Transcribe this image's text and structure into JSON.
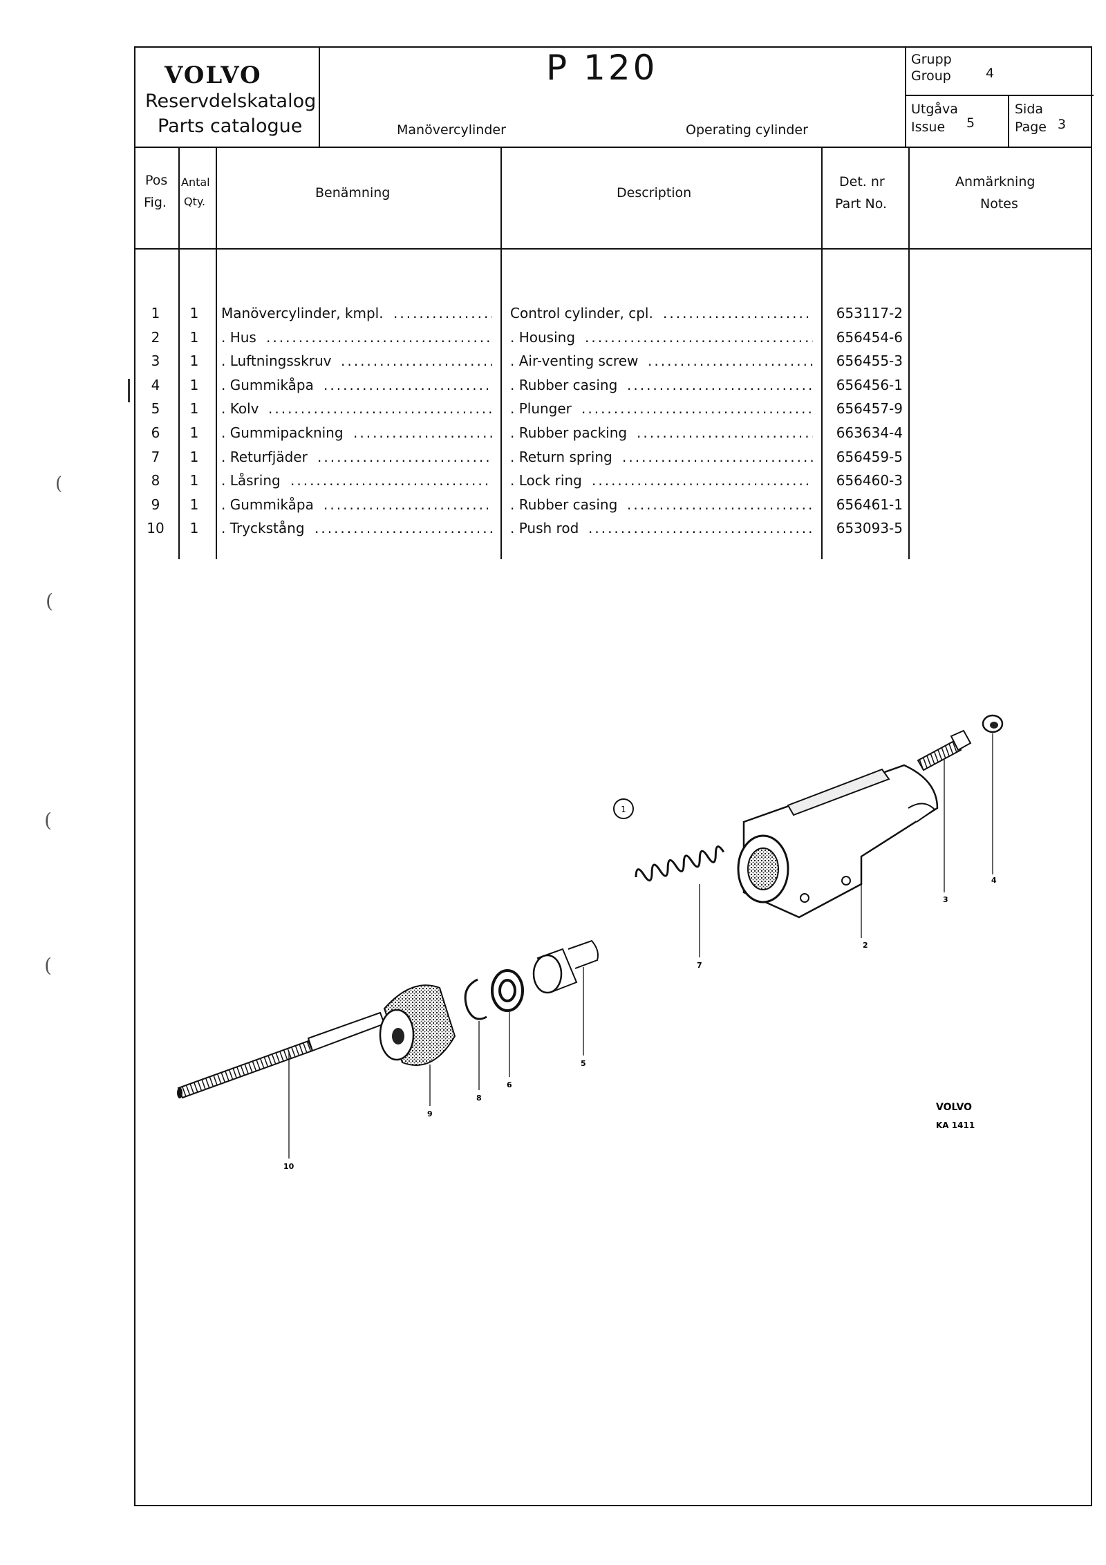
{
  "header": {
    "brand": "VOLVO",
    "catalog_sv": "Reservdelskatalog",
    "catalog_en": "Parts catalogue",
    "model": "P 120",
    "section_sv": "Manövercylinder",
    "section_en": "Operating cylinder",
    "group_label_sv": "Grupp",
    "group_label_en": "Group",
    "group_value": "4",
    "issue_label_sv": "Utgåva",
    "issue_label_en": "Issue",
    "issue_value": "5",
    "page_label_sv": "Sida",
    "page_label_en": "Page",
    "page_value": "3"
  },
  "columns": {
    "pos_sv": "Pos",
    "pos_en": "Fig.",
    "qty_sv": "Antal",
    "qty_en": "Qty.",
    "name_sv": "Benämning",
    "description": "Description",
    "partno_sv": "Det. nr",
    "partno_en": "Part No.",
    "notes_sv": "Anmärkning",
    "notes_en": "Notes"
  },
  "parts": [
    {
      "pos": "1",
      "qty": "1",
      "name_sv": "Manövercylinder, kmpl.",
      "description": "Control cylinder, cpl.",
      "part_no": "653117-2"
    },
    {
      "pos": "2",
      "qty": "1",
      "name_sv": ". Hus",
      "description": ". Housing",
      "part_no": "656454-6"
    },
    {
      "pos": "3",
      "qty": "1",
      "name_sv": ". Luftningsskruv",
      "description": ". Air-venting screw",
      "part_no": "656455-3"
    },
    {
      "pos": "4",
      "qty": "1",
      "name_sv": ". Gummikåpa",
      "description": ". Rubber casing",
      "part_no": "656456-1"
    },
    {
      "pos": "5",
      "qty": "1",
      "name_sv": ". Kolv",
      "description": ". Plunger",
      "part_no": "656457-9"
    },
    {
      "pos": "6",
      "qty": "1",
      "name_sv": ". Gummipackning",
      "description": ". Rubber packing",
      "part_no": "663634-4"
    },
    {
      "pos": "7",
      "qty": "1",
      "name_sv": ". Returfjäder",
      "description": ". Return spring",
      "part_no": "656459-5"
    },
    {
      "pos": "8",
      "qty": "1",
      "name_sv": ". Låsring",
      "description": ". Lock ring",
      "part_no": "656460-3"
    },
    {
      "pos": "9",
      "qty": "1",
      "name_sv": ". Gummikåpa",
      "description": ". Rubber casing",
      "part_no": "656461-1"
    },
    {
      "pos": "10",
      "qty": "1",
      "name_sv": ". Tryckstång",
      "description": ". Push rod",
      "part_no": "653093-5"
    }
  ],
  "diagram": {
    "assembly_label": "1",
    "callouts": [
      "2",
      "3",
      "4",
      "5",
      "6",
      "7",
      "8",
      "9",
      "10"
    ],
    "stamp_brand": "VOLVO",
    "stamp_code": "KA 1411"
  }
}
